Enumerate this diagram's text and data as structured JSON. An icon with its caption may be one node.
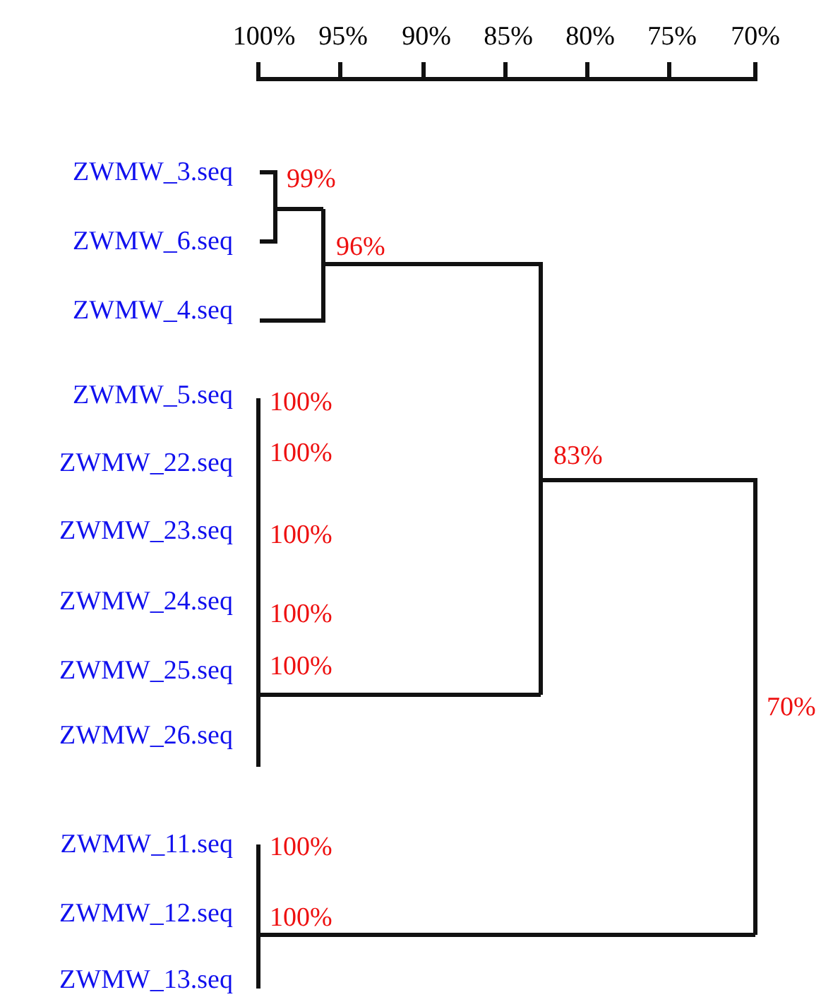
{
  "diagram": {
    "labels": [
      "100%",
      "95%",
      "90%",
      "85%",
      "80%",
      "75%",
      "70%",
      "ZWMW_3.seq",
      "99%",
      "ZWMW_6.seq",
      "96%",
      "ZWMW_4.seq",
      "ZWMW_5.seq",
      "100%",
      "ZWMW_22.seq",
      "100%",
      "83%",
      "ZWMW_23.seq",
      "100%",
      "ZWMW_24.seq",
      "100%",
      "ZWMW_25.seq",
      "100%",
      "70%",
      "ZWMW_26.seq",
      "ZWMW_11.seq",
      "100%",
      "ZWMW_12.seq",
      "100%",
      "ZWMW_13.seq"
    ]
  }
}
